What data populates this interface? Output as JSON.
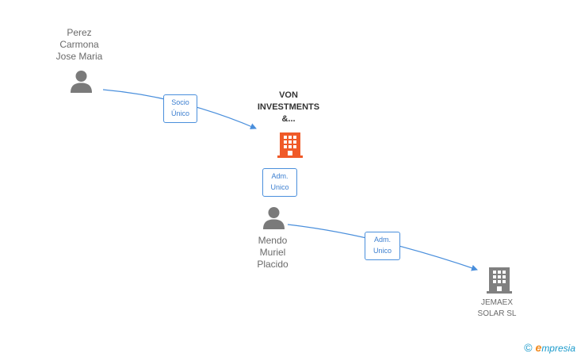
{
  "nodes": {
    "perez": {
      "label": "Perez\nCarmona\nJose Maria",
      "icon": "person-icon"
    },
    "von": {
      "label": "VON\nINVESTMENTS\n&...",
      "icon": "building-icon"
    },
    "mendo": {
      "label": "Mendo\nMuriel\nPlacido",
      "icon": "person-icon"
    },
    "jemaex": {
      "label": "JEMAEX\nSOLAR SL",
      "icon": "building-icon"
    }
  },
  "edges": {
    "perez_von": {
      "label": "Socio\nÚnico"
    },
    "mendo_von": {
      "label": "Adm.\nUnico"
    },
    "mendo_jemaex": {
      "label": "Adm.\nUnico"
    }
  },
  "watermark": {
    "symbol": "©",
    "brand_initial": "e",
    "brand_rest": "mpresia"
  },
  "colors": {
    "edge": "#4a8fdc",
    "person": "#7a7a7a",
    "building_highlight": "#f05a28",
    "building": "#808080",
    "brand_blue": "#1a9acb",
    "brand_orange": "#f28a1e"
  }
}
